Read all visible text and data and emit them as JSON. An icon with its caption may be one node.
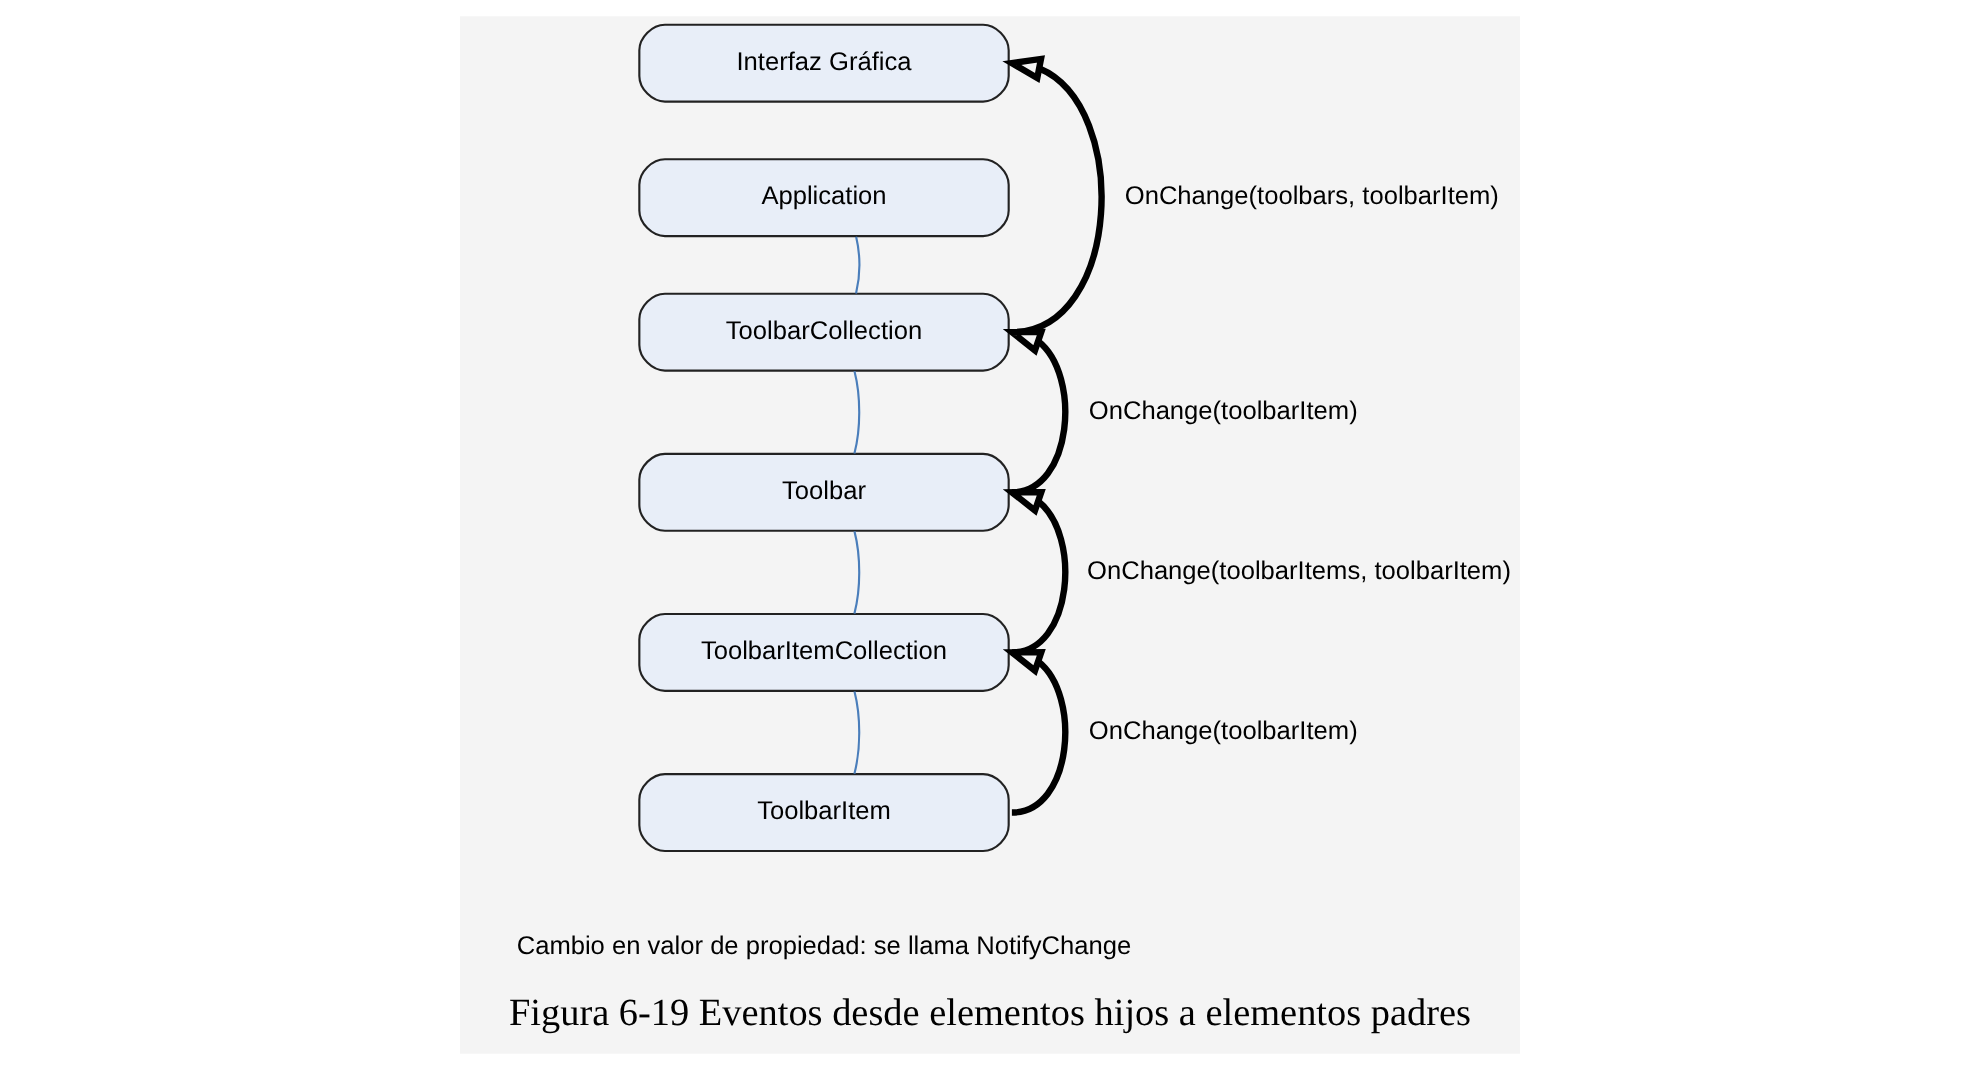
{
  "diagram": {
    "caption": "Figura 6-19 Eventos desde elementos hijos a elementos padres",
    "nodes": [
      {
        "text": [
          "Interfaz Gráfica"
        ]
      },
      {
        "text": [
          "Application"
        ]
      },
      {
        "text": [
          "ToolbarCollection"
        ]
      },
      {
        "text": [
          "Toolbar"
        ]
      },
      {
        "text": [
          "ToolbarItemCollection"
        ]
      },
      {
        "text": [
          "ToolbarItem"
        ],
        "beside": [
          "Cambio en valor de propiedad: se llama NotifyChange"
        ]
      }
    ],
    "edges": [
      {
        "from": 1,
        "to": 2,
        "arrow": "none",
        "color": "#4a7ebb"
      },
      {
        "from": 2,
        "to": 3,
        "arrow": "none",
        "color": "#4a7ebb"
      },
      {
        "from": 3,
        "to": 4,
        "arrow": "none",
        "color": "#4a7ebb"
      },
      {
        "from": 4,
        "to": 5,
        "arrow": "none",
        "color": "#4a7ebb"
      },
      {
        "from": 2,
        "to": 0,
        "arrow": "to",
        "label": "OnChange(toolbars, toolbarItem)",
        "style": "thick",
        "color": "#000000"
      },
      {
        "from": 3,
        "to": 2,
        "arrow": "to",
        "label": "OnChange(toolbarItem)",
        "style": "thick",
        "color": "#000000"
      },
      {
        "from": 4,
        "to": 3,
        "arrow": "to",
        "label": "OnChange(toolbarItems, toolbarItem)",
        "style": "thick",
        "color": "#000000"
      },
      {
        "from": 5,
        "to": 4,
        "arrow": "to",
        "label": "OnChange(toolbarItem)",
        "style": "thick",
        "color": "#000000"
      }
    ]
  }
}
